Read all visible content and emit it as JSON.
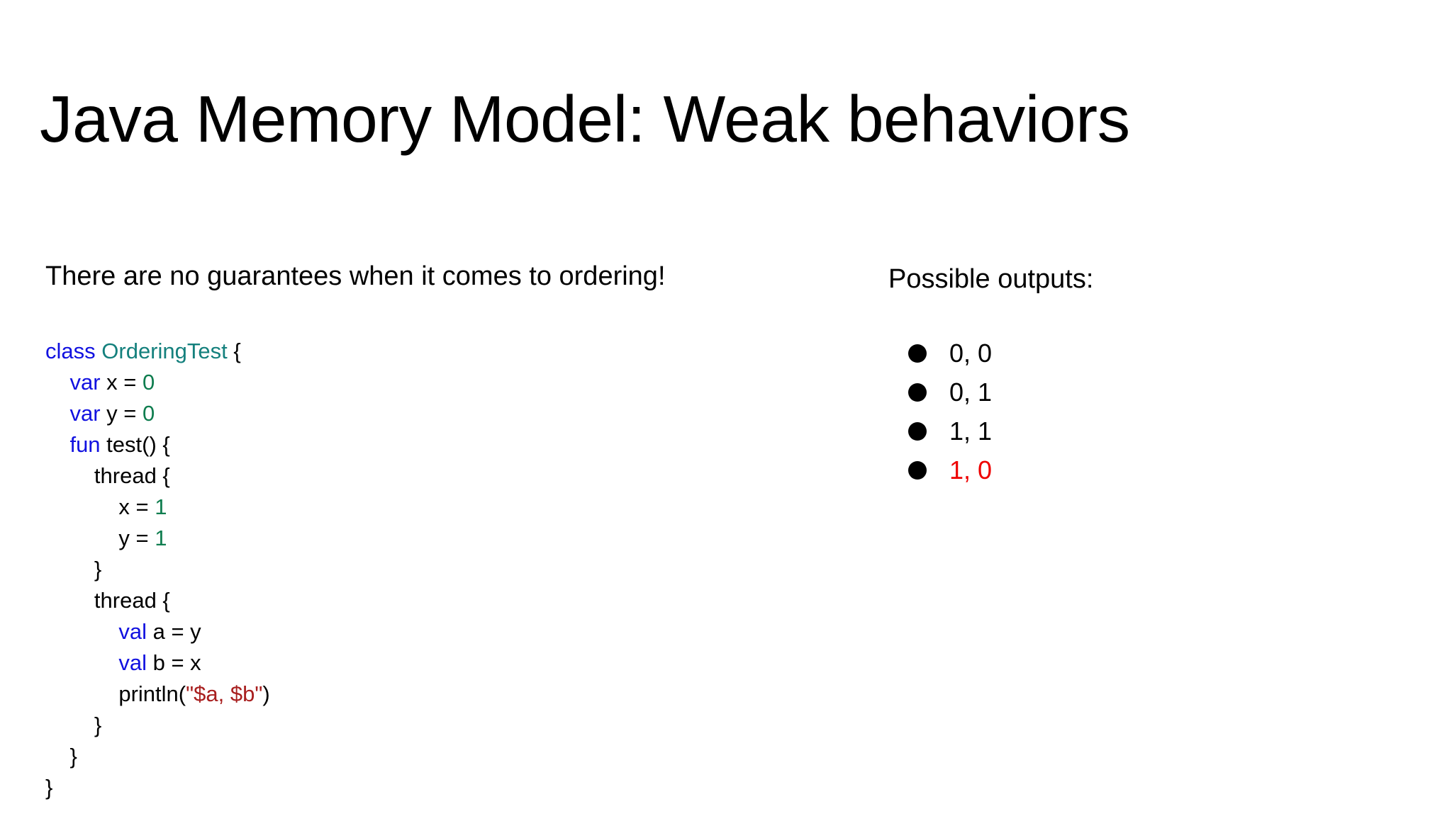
{
  "slide": {
    "title": "Java Memory Model: Weak behaviors",
    "background_color": "#ffffff"
  },
  "left": {
    "lead_text": "There are no guarantees when it comes to ordering!",
    "code": {
      "language": "Kotlin",
      "lines": [
        {
          "indent": 0,
          "tokens": [
            {
              "text": "class",
              "kind": "keyword"
            },
            {
              "text": " ",
              "kind": "plain"
            },
            {
              "text": "OrderingTest",
              "kind": "type"
            },
            {
              "text": " {",
              "kind": "plain"
            }
          ]
        },
        {
          "indent": 1,
          "tokens": [
            {
              "text": "var",
              "kind": "keyword"
            },
            {
              "text": " x = ",
              "kind": "plain"
            },
            {
              "text": "0",
              "kind": "number"
            }
          ]
        },
        {
          "indent": 1,
          "tokens": [
            {
              "text": "var",
              "kind": "keyword"
            },
            {
              "text": " y = ",
              "kind": "plain"
            },
            {
              "text": "0",
              "kind": "number"
            }
          ]
        },
        {
          "indent": 1,
          "tokens": [
            {
              "text": "fun",
              "kind": "keyword"
            },
            {
              "text": " test() {",
              "kind": "plain"
            }
          ]
        },
        {
          "indent": 2,
          "tokens": [
            {
              "text": "thread {",
              "kind": "plain"
            }
          ]
        },
        {
          "indent": 3,
          "tokens": [
            {
              "text": "x = ",
              "kind": "plain"
            },
            {
              "text": "1",
              "kind": "number"
            }
          ]
        },
        {
          "indent": 3,
          "tokens": [
            {
              "text": "y = ",
              "kind": "plain"
            },
            {
              "text": "1",
              "kind": "number"
            }
          ]
        },
        {
          "indent": 2,
          "tokens": [
            {
              "text": "}",
              "kind": "plain"
            }
          ]
        },
        {
          "indent": 2,
          "tokens": [
            {
              "text": "thread {",
              "kind": "plain"
            }
          ]
        },
        {
          "indent": 3,
          "tokens": [
            {
              "text": "val",
              "kind": "keyword"
            },
            {
              "text": " a = y",
              "kind": "plain"
            }
          ]
        },
        {
          "indent": 3,
          "tokens": [
            {
              "text": "val",
              "kind": "keyword"
            },
            {
              "text": " b = x",
              "kind": "plain"
            }
          ]
        },
        {
          "indent": 3,
          "tokens": [
            {
              "text": "println(",
              "kind": "plain"
            },
            {
              "text": "\"$a, $b\"",
              "kind": "string"
            },
            {
              "text": ")",
              "kind": "plain"
            }
          ]
        },
        {
          "indent": 2,
          "tokens": [
            {
              "text": "}",
              "kind": "plain"
            }
          ]
        },
        {
          "indent": 1,
          "tokens": [
            {
              "text": "}",
              "kind": "plain"
            }
          ]
        },
        {
          "indent": 0,
          "tokens": [
            {
              "text": "}",
              "kind": "plain"
            }
          ]
        }
      ],
      "token_colors": {
        "keyword": "#1111e0",
        "type": "#14807d",
        "number": "#0f7d4f",
        "string": "#a81f1f",
        "plain": "#000000"
      }
    }
  },
  "right": {
    "heading": "Possible outputs:",
    "outputs": [
      {
        "label": "0, 0",
        "highlighted": false
      },
      {
        "label": "0, 1",
        "highlighted": false
      },
      {
        "label": "1, 1",
        "highlighted": false
      },
      {
        "label": "1, 0",
        "highlighted": true
      }
    ],
    "highlight_color": "#ee0000",
    "bullet_icon": "filled-circle-bullet"
  }
}
